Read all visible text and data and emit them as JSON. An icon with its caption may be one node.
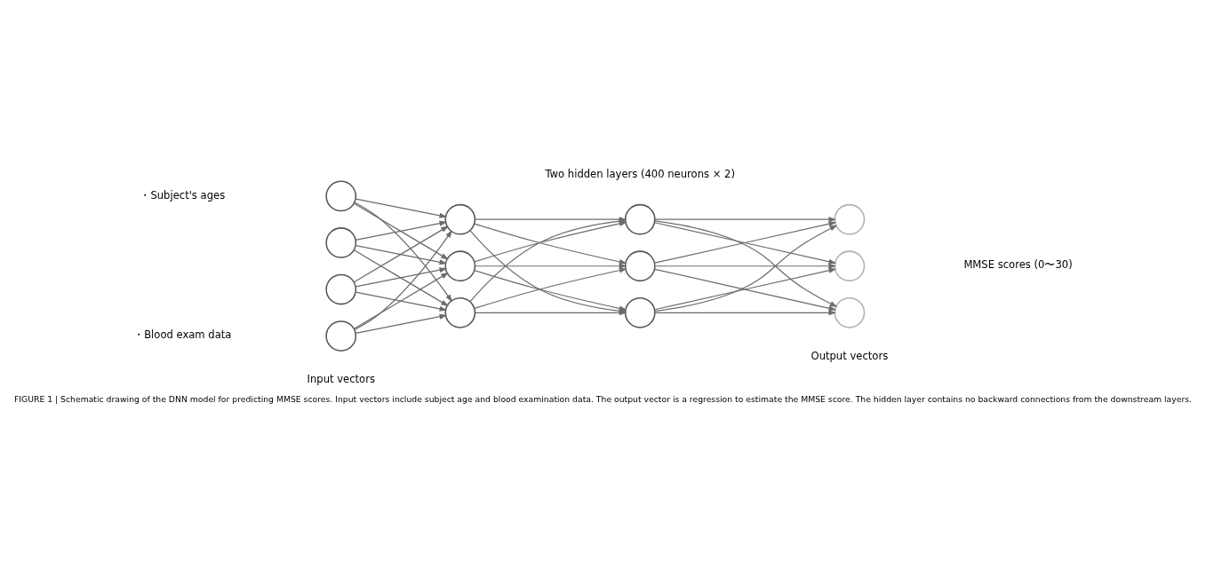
{
  "diagram": {
    "caption": "FIGURE 1 | Schematic drawing of the DNN model for predicting MMSE scores. Input vectors include subject age and blood examination data. The output vector is a regression to estimate the MMSE score. The hidden layer contains no backward connections from the downstream layers.",
    "nodes": [
      {
        "text": [],
        "shape": "circle"
      },
      {
        "text": [],
        "shape": "circle"
      },
      {
        "text": [],
        "shape": "circle"
      },
      {
        "text": [],
        "shape": "circle"
      },
      {
        "text": [],
        "shape": "circle"
      },
      {
        "text": [],
        "shape": "circle"
      },
      {
        "text": [],
        "shape": "circle"
      },
      {
        "text": [],
        "shape": "circle"
      },
      {
        "text": [],
        "shape": "circle"
      },
      {
        "text": [],
        "shape": "circle"
      },
      {
        "text": [],
        "shape": "circle"
      },
      {
        "text": [],
        "shape": "circle"
      },
      {
        "text": [],
        "shape": "circle"
      }
    ],
    "edges": [
      {
        "from": 0,
        "to": 4,
        "arrow": "to"
      },
      {
        "from": 0,
        "to": 5,
        "arrow": "to"
      },
      {
        "from": 0,
        "to": 6,
        "arrow": "to"
      },
      {
        "from": 1,
        "to": 4,
        "arrow": "to"
      },
      {
        "from": 1,
        "to": 5,
        "arrow": "to"
      },
      {
        "from": 1,
        "to": 6,
        "arrow": "to"
      },
      {
        "from": 2,
        "to": 4,
        "arrow": "to"
      },
      {
        "from": 2,
        "to": 5,
        "arrow": "to"
      },
      {
        "from": 2,
        "to": 6,
        "arrow": "to"
      },
      {
        "from": 3,
        "to": 4,
        "arrow": "to"
      },
      {
        "from": 3,
        "to": 5,
        "arrow": "to"
      },
      {
        "from": 3,
        "to": 6,
        "arrow": "to"
      },
      {
        "from": 4,
        "to": 7,
        "arrow": "to"
      },
      {
        "from": 4,
        "to": 8,
        "arrow": "to"
      },
      {
        "from": 4,
        "to": 9,
        "arrow": "to"
      },
      {
        "from": 5,
        "to": 7,
        "arrow": "to"
      },
      {
        "from": 5,
        "to": 8,
        "arrow": "to"
      },
      {
        "from": 5,
        "to": 9,
        "arrow": "to"
      },
      {
        "from": 6,
        "to": 7,
        "arrow": "to"
      },
      {
        "from": 6,
        "to": 8,
        "arrow": "to"
      },
      {
        "from": 6,
        "to": 9,
        "arrow": "to"
      },
      {
        "from": 7,
        "to": 10,
        "arrow": "to"
      },
      {
        "from": 7,
        "to": 11,
        "arrow": "to"
      },
      {
        "from": 7,
        "to": 12,
        "arrow": "to"
      },
      {
        "from": 8,
        "to": 10,
        "arrow": "to"
      },
      {
        "from": 8,
        "to": 11,
        "arrow": "to"
      },
      {
        "from": 8,
        "to": 12,
        "arrow": "to"
      },
      {
        "from": 9,
        "to": 10,
        "arrow": "to"
      },
      {
        "from": 9,
        "to": 11,
        "arrow": "to"
      },
      {
        "from": 9,
        "to": 12,
        "arrow": "to"
      }
    ],
    "labels": [
      "Input vectors",
      "Output vectors",
      "・Subject's ages",
      "・Blood exam data",
      "MMSE scores (0〜30)",
      "Two hidden layers (400 neurons × 2)"
    ]
  }
}
